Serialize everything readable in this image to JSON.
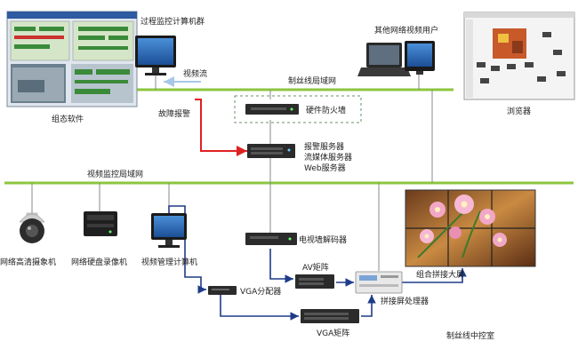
{
  "labels": {
    "process_computers": "过程监控计算机群",
    "video_stream": "视频流",
    "control_lan": "制丝线局域网",
    "other_video_users": "其他网络视频用户",
    "fault_alarm": "故障报警",
    "hw_firewall": "硬件防火墙",
    "config_software": "组态软件",
    "browser": "浏览器",
    "alarm_server": "报警服务器",
    "media_server": "流媒体服务器",
    "web_server": "Web服务器",
    "video_lan": "视频监控局域网",
    "hd_camera": "网络高清摄象机",
    "nvr": "网络硬盘录像机",
    "video_mgmt_pc": "视频管理计算机",
    "tv_decoder": "电视墙解码器",
    "av_matrix": "AV矩阵",
    "vga_splitter": "VGA分配器",
    "splice_processor": "拼接屏处理器",
    "combined_screen": "组合拼接大屏",
    "vga_matrix": "VGA矩阵",
    "control_room": "制丝线中控室"
  },
  "colors": {
    "lan_line": "#8dc63f",
    "video_link": "#1f3c88",
    "alarm_link": "#e02020",
    "stream_arrow": "#a9c7e8",
    "device_dark": "#2b2b2b"
  }
}
